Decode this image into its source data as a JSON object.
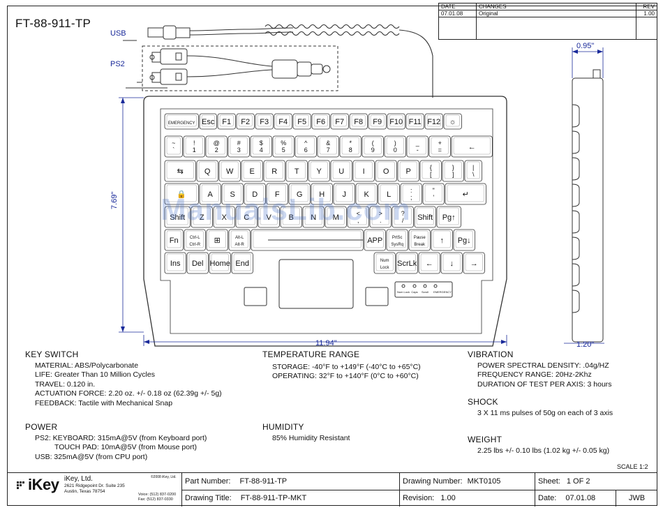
{
  "title": "FT-88-911-TP",
  "revision_table": {
    "headers": [
      "DATE",
      "CHANGES",
      "REV"
    ],
    "rows": [
      [
        "07.01.08",
        "Original",
        "1.00"
      ]
    ]
  },
  "cable_labels": {
    "usb": "USB",
    "ps2": "PS2"
  },
  "dimensions": {
    "depth": "0.95\"",
    "height": "7.69\"",
    "width": "11.94\"",
    "side_depth": "1.20\""
  },
  "keyboard": {
    "rows": [
      [
        "EMERGENCY",
        "Esc",
        "F1",
        "F2",
        "F3",
        "F4",
        "F5",
        "F6",
        "F7",
        "F8",
        "F9",
        "F10",
        "F11",
        "F12",
        "☼"
      ],
      [
        "~ `",
        "! 1",
        "@ 2",
        "# 3",
        "$ 4",
        "% 5",
        "^ 6",
        "& 7",
        "* 8",
        "( 9",
        ") 0",
        "_ -",
        "+ =",
        "←"
      ],
      [
        "⇆",
        "Q",
        "W",
        "E",
        "R",
        "T",
        "Y",
        "U",
        "I",
        "O",
        "P",
        "{ [",
        "} ]",
        "| \\"
      ],
      [
        "🔒",
        "A",
        "S",
        "D",
        "F",
        "G",
        "H",
        "J",
        "K",
        "L",
        ": ;",
        "\" '",
        "↵"
      ],
      [
        "Shift",
        "Z",
        "X",
        "C",
        "V",
        "B",
        "N",
        "M",
        "< ,",
        "> .",
        "? /",
        "Shift",
        "Pg↑"
      ],
      [
        "Fn",
        "Ctrl-L Ctrl-R",
        "⊞",
        "Alt-L Alt-R",
        "",
        "APP",
        "PrtSc SysRq",
        "Pause Break",
        "↑",
        "Pg↓"
      ],
      [
        "Ins",
        "Del",
        "Home",
        "End",
        "Num Lock",
        "ScrLk",
        "←",
        "↓",
        "→"
      ]
    ],
    "indicators": [
      "Num Lock",
      "Caps",
      "Scroll",
      "EMERGENCY"
    ]
  },
  "watermark": "ManualsLib.com",
  "specs": {
    "key_switch": {
      "heading": "KEY SWITCH",
      "lines": [
        "MATERIAL: ABS/Polycarbonate",
        "LIFE: Greater Than 10 Million Cycles",
        "TRAVEL: 0.120 in.",
        "ACTUATION FORCE: 2.20 oz. +/- 0.18 oz (62.39g +/- 5g)",
        "FEEDBACK: Tactile with Mechanical Snap"
      ]
    },
    "power": {
      "heading": "POWER",
      "ps2_keyboard": "PS2: KEYBOARD: 315mA@5V (from Keyboard port)",
      "touch_pad": "TOUCH PAD: 10mA@5V (from Mouse port)",
      "usb": "USB: 325mA@5V (from CPU port)"
    },
    "temperature": {
      "heading": "TEMPERATURE RANGE",
      "lines": [
        "STORAGE: -40°F to +149°F (-40°C  to +65°C)",
        "OPERATING: 32°F to +140°F (0°C to +60°C)"
      ]
    },
    "humidity": {
      "heading": "HUMIDITY",
      "lines": [
        "85% Humidity Resistant"
      ]
    },
    "vibration": {
      "heading": "VIBRATION",
      "lines": [
        "POWER SPECTRAL DENSITY: .04g/HZ",
        "FREQUENCY RANGE: 20Hz-2Khz",
        "DURATION OF TEST PER AXIS: 3 hours"
      ]
    },
    "shock": {
      "heading": "SHOCK",
      "lines": [
        "3 X 11 ms pulses of 50g on each of 3 axis"
      ]
    },
    "weight": {
      "heading": "WEIGHT",
      "lines": [
        "2.25 lbs +/- 0.10 lbs (1.02 kg +/- 0.05 kg)"
      ]
    }
  },
  "scale": "SCALE 1:2",
  "title_block": {
    "logo": "iKey",
    "company": "iKey, Ltd.",
    "address_1": "2621 Ridgepoint Dr. Suite 235",
    "address_2": "Austin, Texas 78754",
    "copyright": "©2008 iKey, Ltd.",
    "phone_1": "Voice: (512) 837-0200",
    "phone_2": "Fax: (512) 837-0330",
    "part_number_label": "Part Number:",
    "part_number": "FT-88-911-TP",
    "drawing_title_label": "Drawing Title:",
    "drawing_title": "FT-88-911-TP-MKT",
    "drawing_number_label": "Drawing Number:",
    "drawing_number": "MKT0105",
    "revision_label": "Revision:",
    "revision": "1.00",
    "sheet_label": "Sheet:",
    "sheet": "1 OF 2",
    "date_label": "Date:",
    "date": "07.01.08",
    "drawn_by": "JWB"
  }
}
